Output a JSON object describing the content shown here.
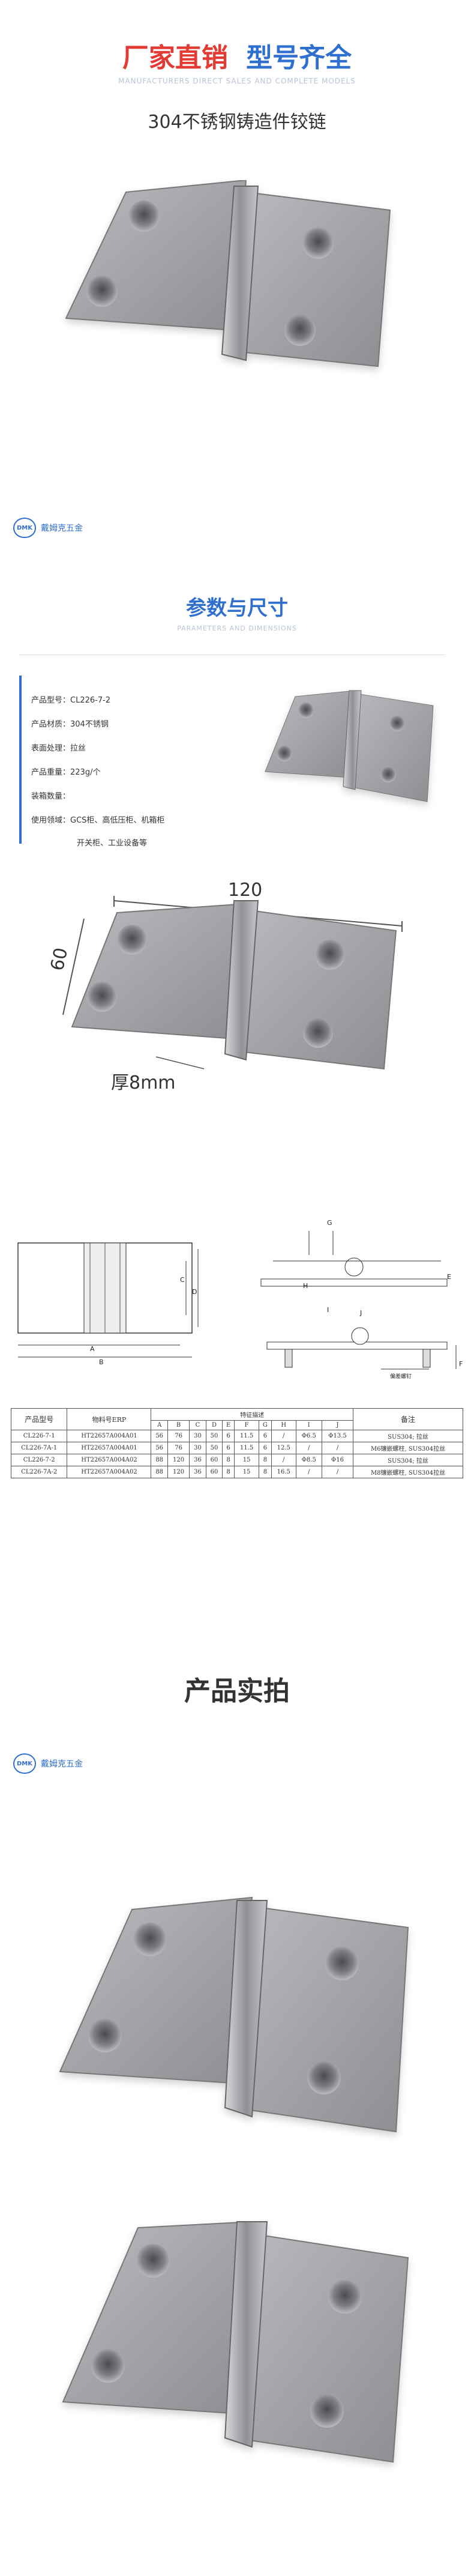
{
  "header": {
    "title_red": "厂家直销",
    "title_blue": "型号齐全",
    "title_en": "MANUFACTURERS DIRECT SALES AND COMPLETE MODELS",
    "subtitle": "304不锈钢铸造件铰链"
  },
  "brand": {
    "logo": "DMK",
    "name": "戴姆克五金"
  },
  "params": {
    "title": "参数与尺寸",
    "title_en": "PARAMETERS AND DIMENSIONS",
    "specs": [
      {
        "label": "产品型号：",
        "value": "CL226-7-2"
      },
      {
        "label": "产品材质：",
        "value": "304不锈钢"
      },
      {
        "label": "表面处理：",
        "value": "拉丝"
      },
      {
        "label": "产品重量：",
        "value": "223g/个"
      },
      {
        "label": "装箱数量：",
        "value": ""
      },
      {
        "label": "使用领域：",
        "value": "GCS柜、高低压柜、机箱柜"
      },
      {
        "label": "",
        "value": "开关柜、工业设备等"
      }
    ]
  },
  "dimensions": {
    "length": "120",
    "width": "60",
    "thickness": "厚8mm"
  },
  "drawing_labels": {
    "a": "A",
    "b": "B",
    "c": "C",
    "d": "D",
    "e": "E",
    "f": "F",
    "g": "G",
    "h": "H",
    "i": "I",
    "j": "J",
    "note": "偏差螺钉"
  },
  "table": {
    "headers": [
      "产品型号",
      "物料号ERP",
      "特征描述",
      "备注"
    ],
    "sub_headers": [
      "A",
      "B",
      "C",
      "D",
      "E",
      "F",
      "G",
      "H",
      "I",
      "J"
    ],
    "rows": [
      [
        "CL226-7-1",
        "HT22657A004A01",
        "56",
        "76",
        "30",
        "50",
        "6",
        "11.5",
        "6",
        "/",
        "Φ6.5",
        "Φ13.5",
        "SUS304; 拉丝"
      ],
      [
        "CL226-7A-1",
        "HT22657A004A01",
        "56",
        "76",
        "30",
        "50",
        "6",
        "11.5",
        "6",
        "12.5",
        "/",
        "/",
        "M6镶嵌螺柱, SUS304拉丝"
      ],
      [
        "CL226-7-2",
        "HT22657A004A02",
        "88",
        "120",
        "36",
        "60",
        "8",
        "15",
        "8",
        "/",
        "Φ8.5",
        "Φ16",
        "SUS304; 拉丝"
      ],
      [
        "CL226-7A-2",
        "HT22657A004A02",
        "88",
        "120",
        "36",
        "60",
        "8",
        "15",
        "8",
        "16.5",
        "/",
        "/",
        "M8镶嵌螺柱, SUS304拉丝"
      ]
    ]
  },
  "photos": {
    "title": "产品实拍"
  },
  "colors": {
    "red": "#e33a33",
    "blue": "#2f6fd0",
    "steel": "#9a9ca0"
  }
}
